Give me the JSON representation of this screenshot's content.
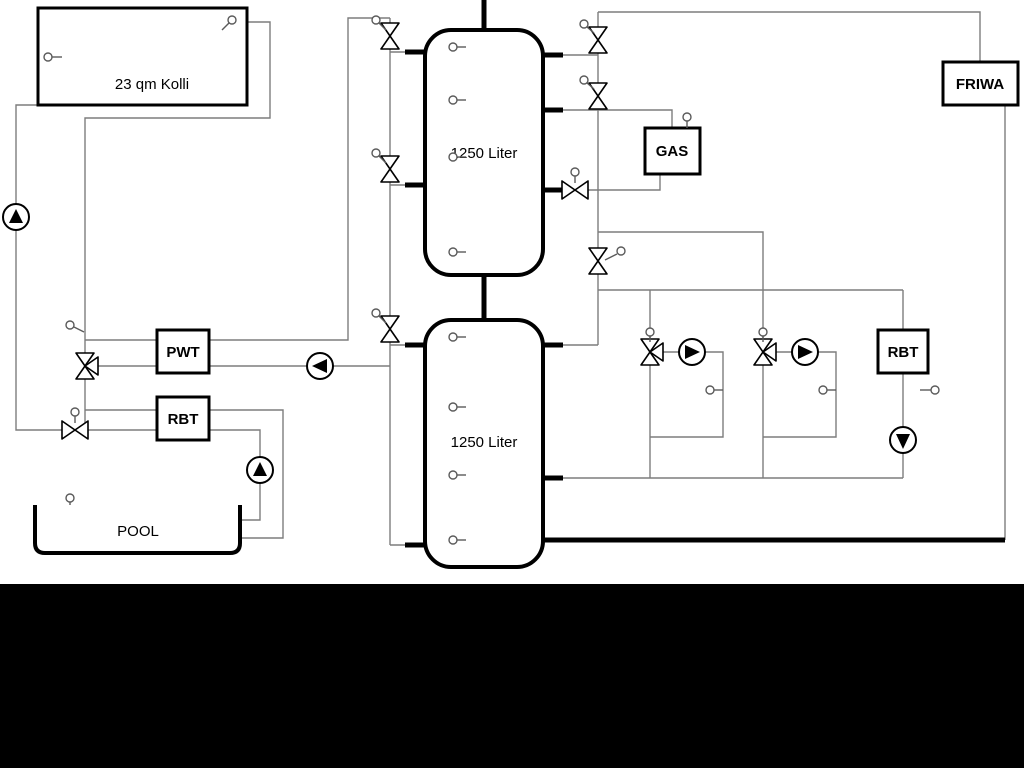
{
  "labels": {
    "collector": "23 qm Kolli",
    "tank_top": "1250 Liter",
    "tank_bottom": "1250 Liter",
    "pwt": "PWT",
    "rbt_left": "RBT",
    "rbt_right": "RBT",
    "gas": "GAS",
    "friwa": "FRIWA",
    "pool": "POOL"
  },
  "colors": {
    "thin_pipe": "#7d7d7d",
    "thick_pipe": "#000000",
    "background": "#ffffff",
    "bottom_band": "#000000"
  },
  "icons": {
    "pump": "circle with solid triangle showing flow direction",
    "valve": "bowtie of two open triangles",
    "three_way_valve": "bowtie with third triangle branch",
    "sensor": "small open circle with stem"
  }
}
